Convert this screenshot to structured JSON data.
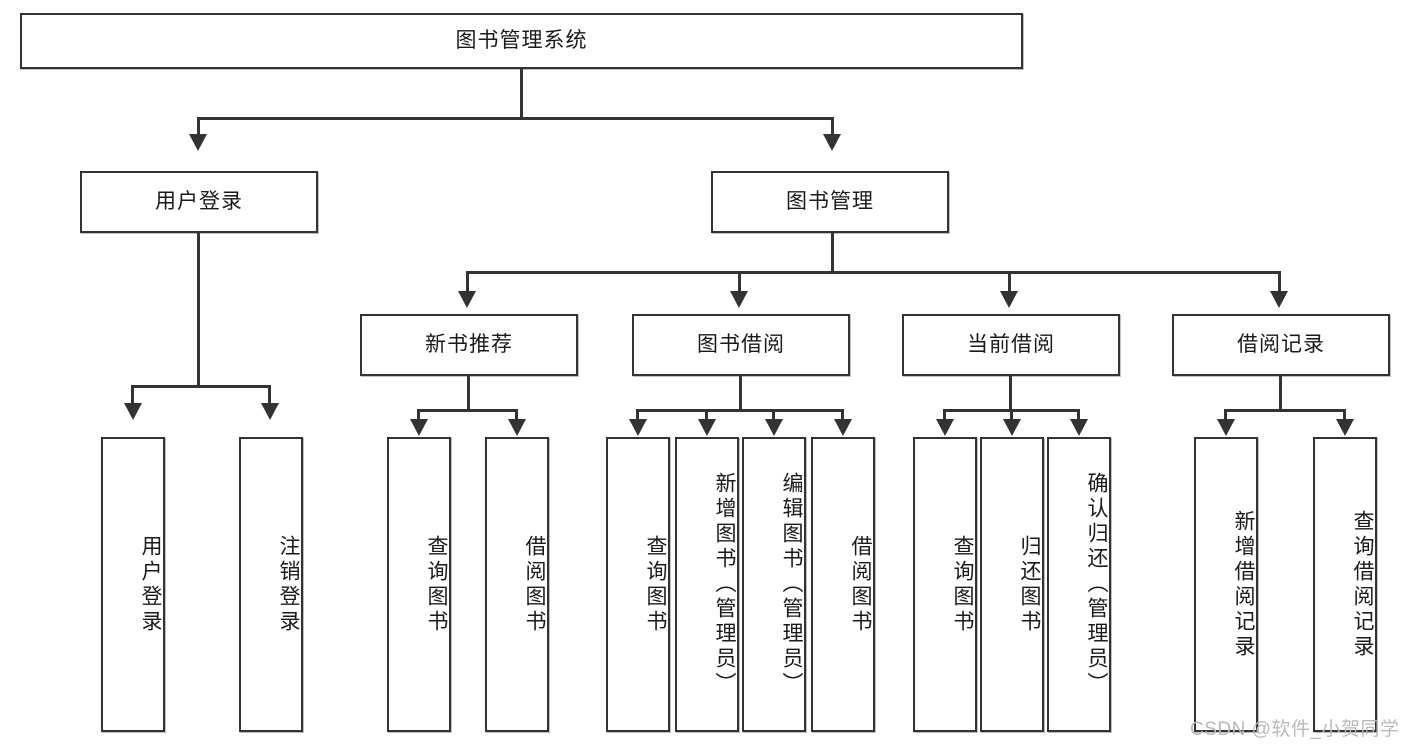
{
  "diagram": {
    "title_node": {
      "label": "图书管理系统"
    },
    "level2": [
      {
        "label": "用户登录"
      },
      {
        "label": "图书管理"
      }
    ],
    "level3": [
      {
        "label": "新书推荐"
      },
      {
        "label": "图书借阅"
      },
      {
        "label": "当前借阅"
      },
      {
        "label": "借阅记录"
      }
    ],
    "leaves": {
      "user_login": [
        {
          "label": "用户登录"
        },
        {
          "label": "注销登录"
        }
      ],
      "new_book_recommend": [
        {
          "label": "查询图书"
        },
        {
          "label": "借阅图书"
        }
      ],
      "book_borrow": [
        {
          "label": "查询图书"
        },
        {
          "label": "新增图书（管理员）"
        },
        {
          "label": "编辑图书（管理员）"
        },
        {
          "label": "借阅图书"
        }
      ],
      "current_borrow": [
        {
          "label": "查询图书"
        },
        {
          "label": "归还图书"
        },
        {
          "label": "确认归还（管理员）"
        }
      ],
      "borrow_record": [
        {
          "label": "新增借阅记录"
        },
        {
          "label": "查询借阅记录"
        }
      ]
    }
  },
  "watermark": {
    "text": "CSDN @软件_小贺同学"
  },
  "colors": {
    "stroke": "#333333",
    "text": "#1a1a1a",
    "background": "#ffffff",
    "watermark": "#b9b9b9"
  }
}
